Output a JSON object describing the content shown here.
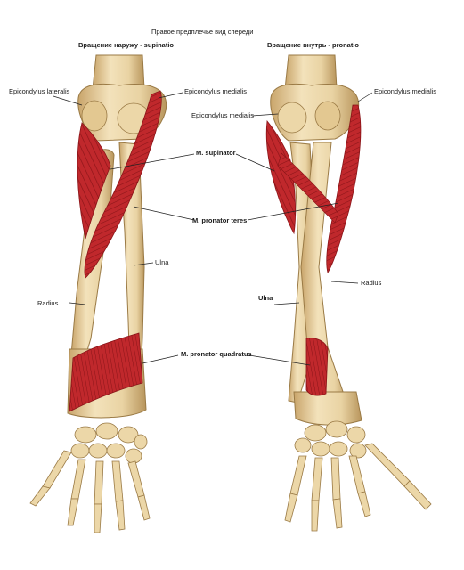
{
  "figure": {
    "title": "Правое предплечье вид спереди",
    "panels": [
      {
        "heading": "Вращение наружу - supinatio",
        "labels": {
          "epi_lateralis": "Epicondylus lateralis",
          "epi_medialis": "Epicondylus medialis",
          "ulna": "Ulna",
          "radius": "Radius"
        }
      },
      {
        "heading": "Вращение внутрь - pronatio",
        "labels": {
          "epi_medialis_outer": "Epicondylus medialis",
          "epi_medialis_inner": "Epicondylus medialis",
          "radius": "Radius",
          "ulna": "Ulna"
        }
      }
    ],
    "shared_labels": {
      "supinator": "M. supinator",
      "pronator_teres": "M. pronator teres",
      "pronator_quadratus": "M. pronator quadratus"
    },
    "colors": {
      "bone": "#e9d3a3",
      "bone_shadow": "#c9a56b",
      "bone_outline": "#9a7a45",
      "muscle": "#c0282c",
      "muscle_dark": "#8a1418",
      "leader": "#222222"
    }
  }
}
